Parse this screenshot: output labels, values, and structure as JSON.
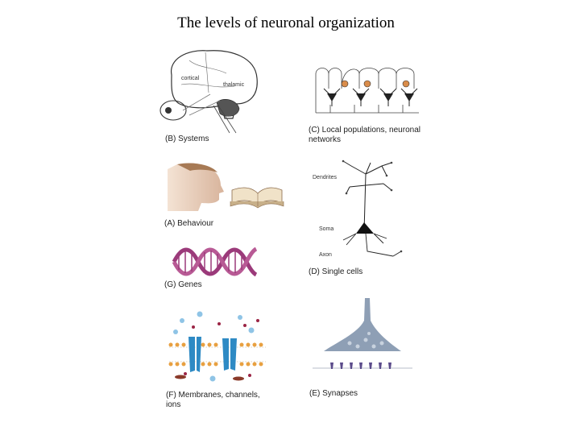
{
  "slide": {
    "title": "The levels of neuronal organization"
  },
  "panels": {
    "systems": {
      "caption": "(B) Systems",
      "labels": {
        "cortical": "cortical",
        "thalamic": "thalamic"
      }
    },
    "local": {
      "caption_line1": "(C) Local populations, neuronal",
      "caption_line2": "networks"
    },
    "behaviour": {
      "caption": "(A) Behaviour"
    },
    "single": {
      "caption": "(D) Single cells",
      "labels": {
        "dendrites": "Dendrites",
        "soma": "Soma",
        "axon": "Axon"
      }
    },
    "genes": {
      "caption": "(G) Genes"
    },
    "membranes": {
      "caption_line1": "(F) Membranes, channels,",
      "caption_line2": "ions"
    },
    "synapses": {
      "caption": "(E) Synapses"
    }
  },
  "colors": {
    "neuron_orange": "#d98c4a",
    "dna_purple": "#9b3a7a",
    "channel_blue": "#2e8ac4",
    "ion_light_blue": "#8fc4e6",
    "ion_dark_red": "#9b2545",
    "lipid_orange": "#e8a040",
    "synapse_gray": "#8e9fb5",
    "receptor_purple": "#5a4a8a"
  }
}
